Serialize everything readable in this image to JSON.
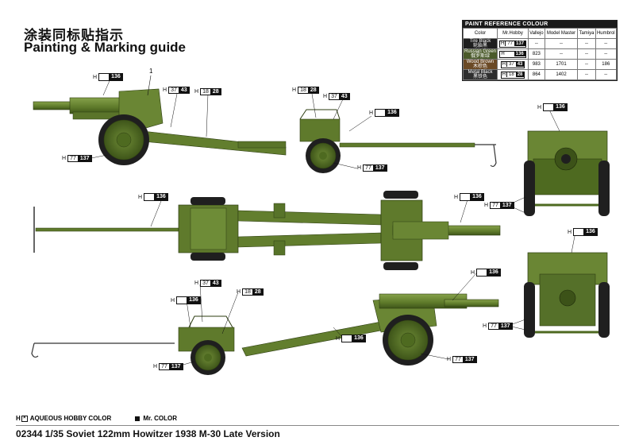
{
  "title_cn": "涂装同标贴指示",
  "title_en": "Painting & Marking guide",
  "paint_table": {
    "title": "PAINT  REFERENCE COLOUR",
    "headers": [
      "Color",
      "Mr.Hobby",
      "Vallejo",
      "Model Master",
      "Tamiya",
      "Humbrol"
    ],
    "rows": [
      {
        "name": "Tire Black",
        "name_cn": "轮胎黑",
        "swatch": "#1e1e1e",
        "h": "H",
        "aq": "77",
        "mr": "137",
        "vallejo": "--",
        "model_master": "--",
        "tamiya": "--",
        "humbrol": "--"
      },
      {
        "name": "Russian Green",
        "name_cn": "俄罗斯绿",
        "swatch": "#4a5a2a",
        "h": "H",
        "aq": "",
        "mr": "136",
        "vallejo": "823",
        "model_master": "--",
        "tamiya": "--",
        "humbrol": "--"
      },
      {
        "name": "Wood Brown",
        "name_cn": "木棕色",
        "swatch": "#6b4a26",
        "h": "H",
        "aq": "37",
        "mr": "43",
        "vallejo": "983",
        "model_master": "1701",
        "tamiya": "--",
        "humbrol": "186"
      },
      {
        "name": "Metal  Black",
        "name_cn": "黑铁色",
        "swatch": "#2e2e2e",
        "h": "H",
        "aq": "18",
        "mr": "28",
        "vallejo": "864",
        "model_master": "1402",
        "tamiya": "--",
        "humbrol": "--"
      }
    ]
  },
  "callouts": {
    "c1": {
      "h": "H",
      "aq": "",
      "mr": "136"
    },
    "c2": {
      "h": "H",
      "aq": "37",
      "mr": "43"
    },
    "c3": {
      "h": "H",
      "aq": "18",
      "mr": "28"
    },
    "c4": {
      "h": "H",
      "aq": "18",
      "mr": "28"
    },
    "c5": {
      "h": "H",
      "aq": "37",
      "mr": "43"
    },
    "c6": {
      "h": "H",
      "aq": "",
      "mr": "136"
    },
    "c7": {
      "h": "H",
      "aq": "77",
      "mr": "137"
    },
    "c8": {
      "h": "H",
      "aq": "77",
      "mr": "137"
    },
    "c9": {
      "h": "H",
      "aq": "",
      "mr": "136"
    },
    "c10": {
      "h": "H",
      "aq": "",
      "mr": "136"
    },
    "c11": {
      "h": "H",
      "aq": "",
      "mr": "136"
    },
    "c12": {
      "h": "H",
      "aq": "77",
      "mr": "137"
    },
    "c13": {
      "h": "H",
      "aq": "",
      "mr": "136"
    },
    "c14": {
      "h": "H",
      "aq": "37",
      "mr": "43"
    },
    "c15": {
      "h": "H",
      "aq": "",
      "mr": "136"
    },
    "c16": {
      "h": "H",
      "aq": "18",
      "mr": "28"
    },
    "c17": {
      "h": "H",
      "aq": "",
      "mr": "136"
    },
    "c18": {
      "h": "H",
      "aq": "77",
      "mr": "137"
    },
    "c19": {
      "h": "H",
      "aq": "77",
      "mr": "137"
    },
    "c20": {
      "h": "H",
      "aq": "",
      "mr": "136"
    },
    "c21": {
      "h": "H",
      "aq": "77",
      "mr": "137"
    }
  },
  "part_number": "1",
  "legend": {
    "aqueous": "AQUEOUS HOBBY COLOR",
    "aqueous_prefix": "H",
    "mr": "Mr. COLOR"
  },
  "footer_title": "02344 1/35  Soviet 122mm Howitzer 1938 M-30 Late Version",
  "colors": {
    "olive": "#5f7a2c",
    "olive_dark": "#3d5218",
    "olive_light": "#7e9a44",
    "tire": "#1f1f1f"
  }
}
